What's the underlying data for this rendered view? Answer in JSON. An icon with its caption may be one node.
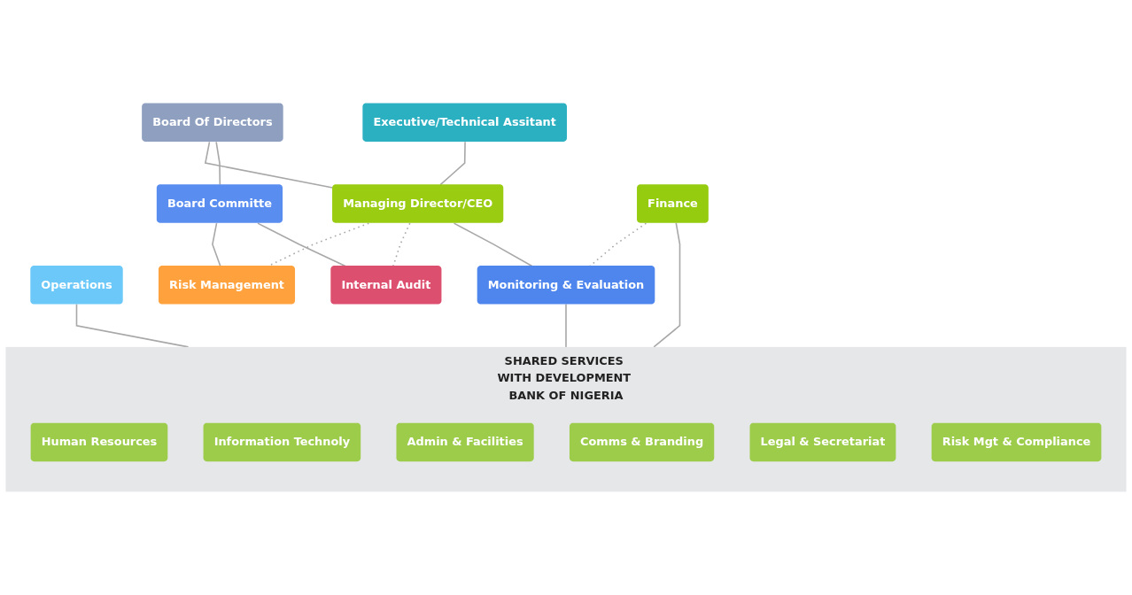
{
  "diagram": {
    "nodes": [
      {
        "text": [
          "Board Of Directors"
        ]
      },
      {
        "text": [
          "Board Committe"
        ]
      },
      {
        "text": [
          "Executive/Technical Assitant"
        ]
      },
      {
        "text": [
          "Managing Director/CEO"
        ]
      },
      {
        "text": [
          "Operations"
        ]
      },
      {
        "text": [
          "Finance"
        ]
      },
      {
        "text": [
          "Monitoring & Evaluation"
        ]
      },
      {
        "text": [
          "Risk Management"
        ]
      },
      {
        "text": [
          "Internal Audit"
        ]
      },
      {
        "text": [
          "SHARED SERVICES WITH DEVELOPMENT BANK OF NIGERIA"
        ]
      },
      {
        "text": [
          "Human Resources"
        ],
        "in": 9
      },
      {
        "text": [
          "Information Technoly"
        ],
        "in": 9
      },
      {
        "text": [
          "Admin & Facilities"
        ],
        "in": 9
      },
      {
        "text": [
          "Comms & Branding"
        ],
        "in": 9
      },
      {
        "text": [
          "Legal & Secretariat"
        ],
        "in": 9
      },
      {
        "text": [
          "Risk Mgt & Compliance"
        ],
        "in": 9
      }
    ],
    "edges": [
      {
        "from": 0,
        "to": 3,
        "arrow": "none"
      },
      {
        "from": 0,
        "to": 1,
        "arrow": "none"
      },
      {
        "from": 1,
        "to": 7,
        "arrow": "none"
      },
      {
        "from": 1,
        "to": 8,
        "arrow": "none"
      },
      {
        "from": 2,
        "to": 3,
        "arrow": "none"
      },
      {
        "from": 3,
        "to": 7,
        "arrow": "none",
        "style": "dashed"
      },
      {
        "from": 3,
        "to": 8,
        "arrow": "none",
        "style": "dashed"
      },
      {
        "from": 3,
        "to": 6,
        "arrow": "none"
      },
      {
        "from": 5,
        "to": 6,
        "arrow": "none",
        "style": "dashed"
      },
      {
        "from": 4,
        "to": 9,
        "arrow": "none"
      },
      {
        "from": 5,
        "to": 9,
        "arrow": "none"
      },
      {
        "from": 6,
        "to": 9,
        "arrow": "none"
      }
    ]
  }
}
